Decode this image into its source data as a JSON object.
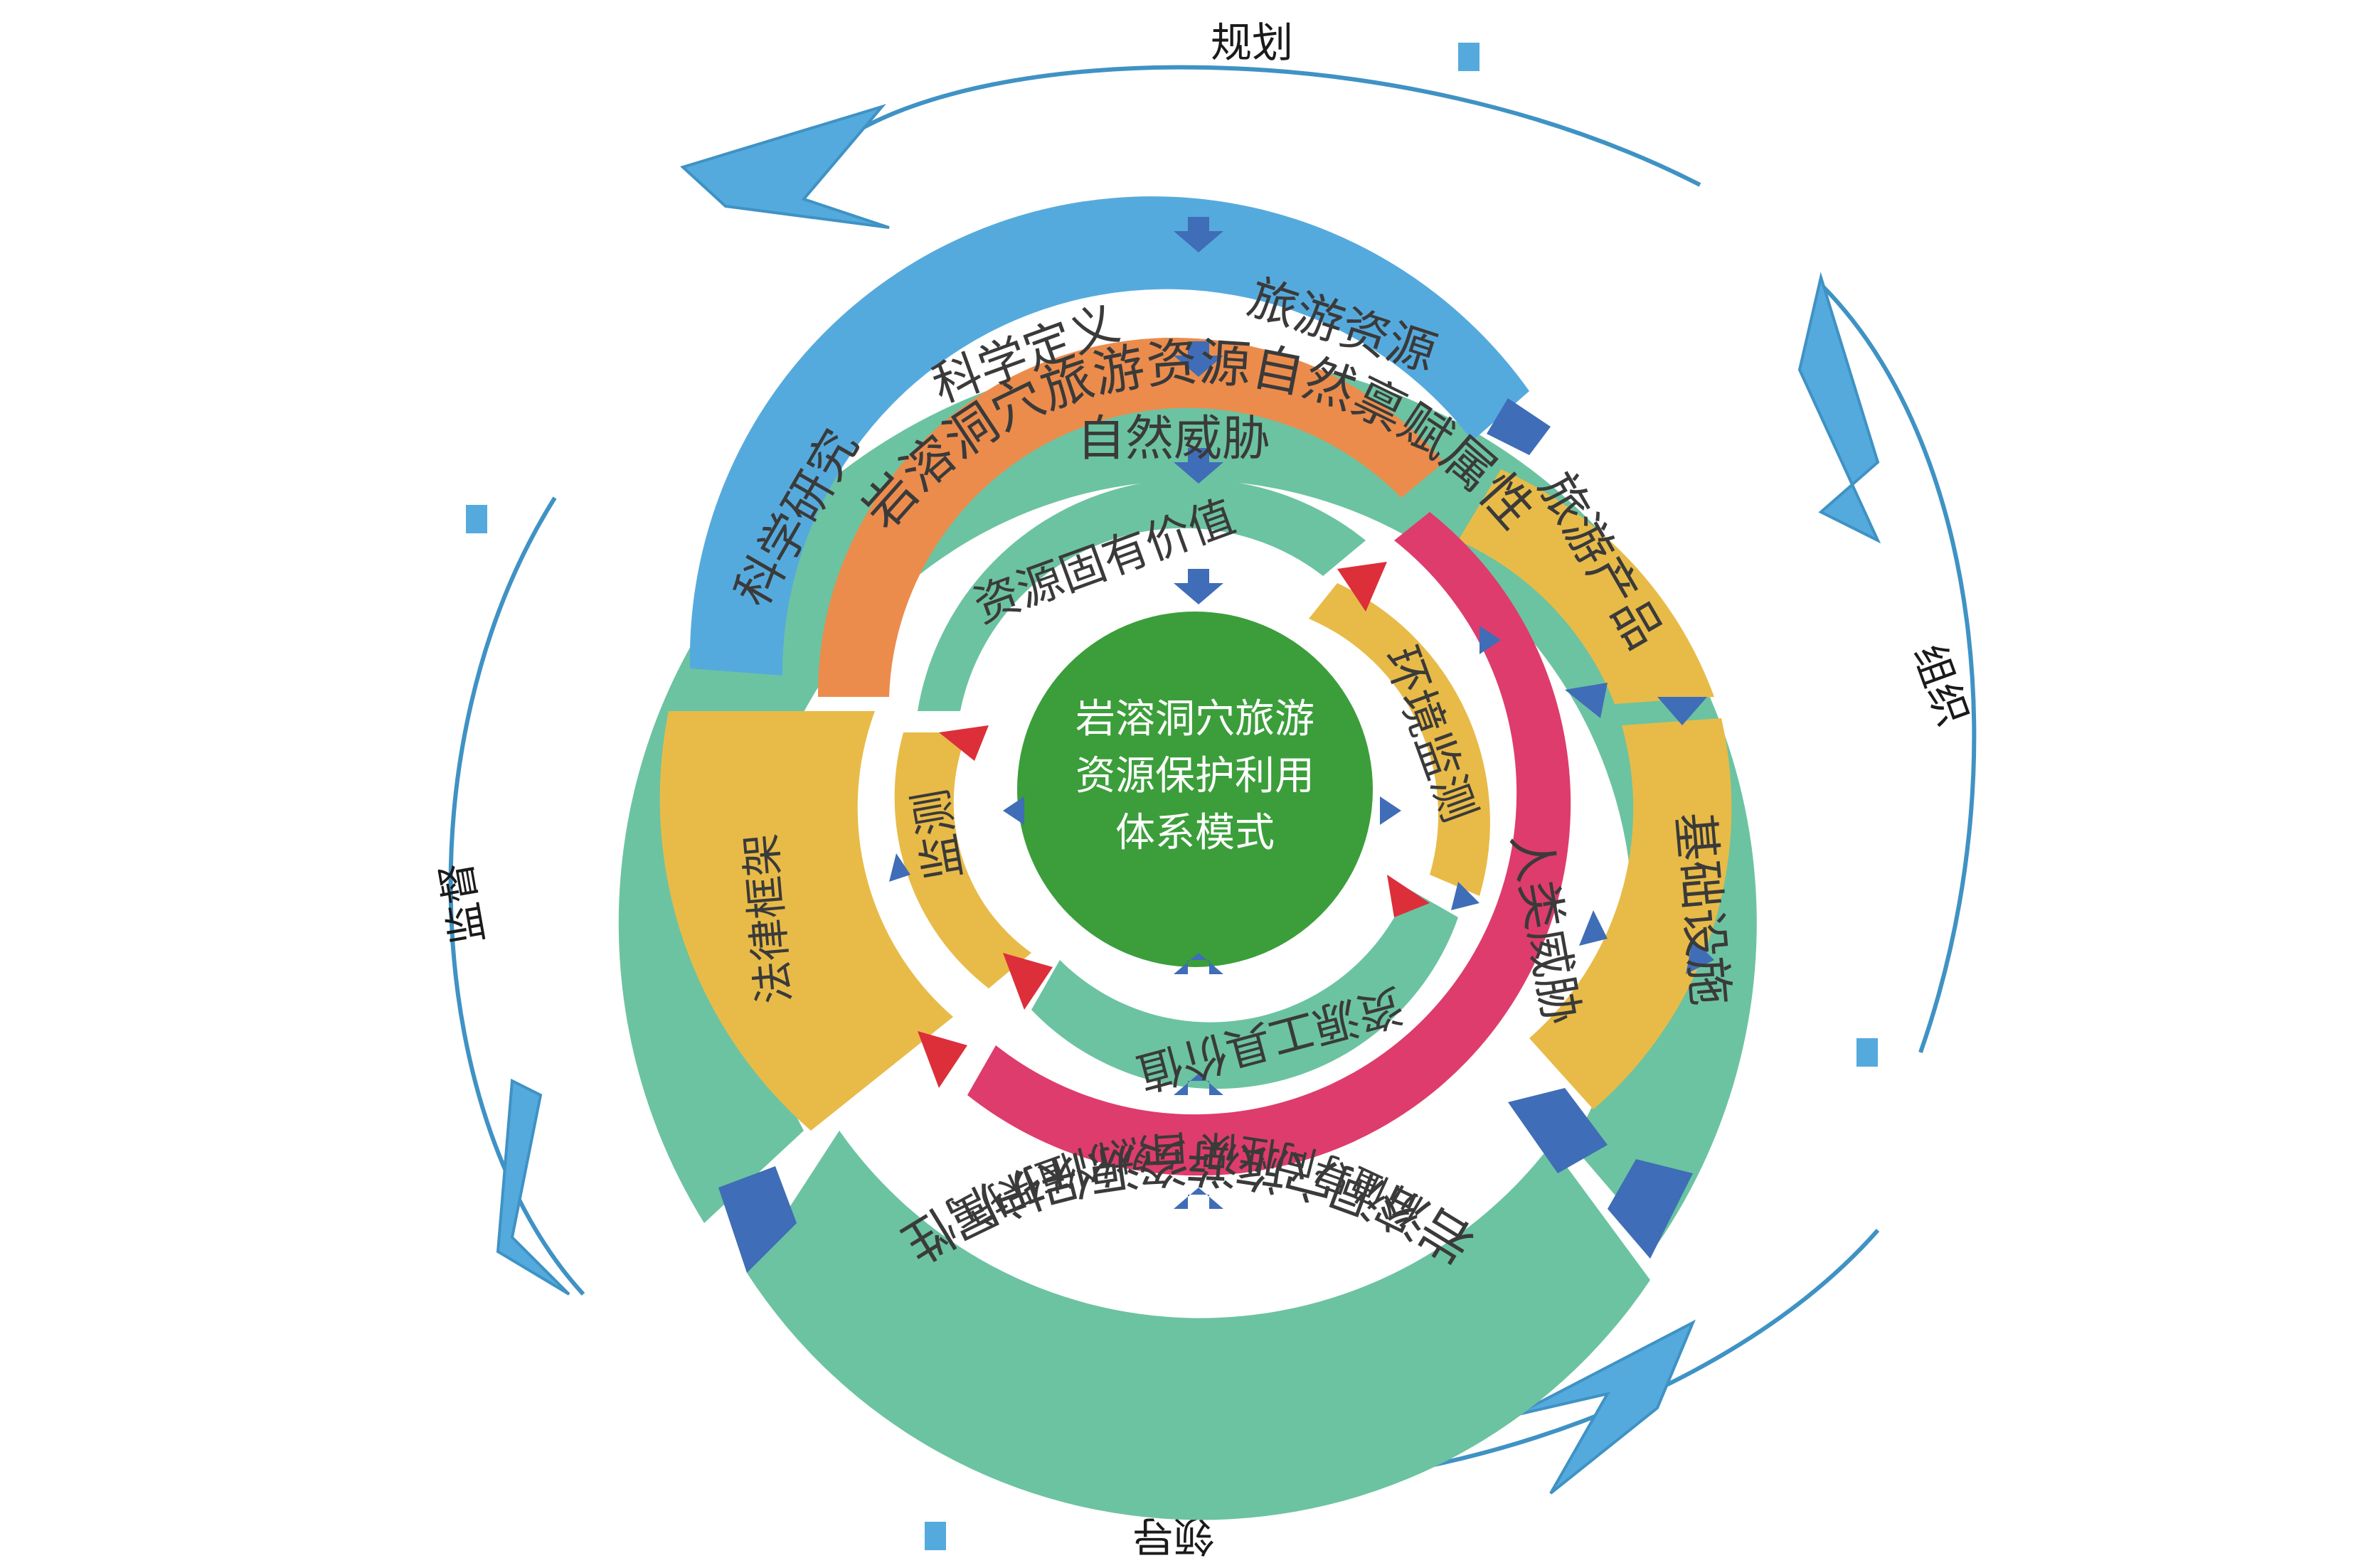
{
  "outer_actions": {
    "plan": "规划",
    "organize": "组织",
    "lead": "领导",
    "supervise": "监督"
  },
  "outer_ring": {
    "top": "岩溶洞穴旅游资源自然禀赋属性",
    "bottom_line1": "岩溶洞穴旅游资源保护属性",
    "bottom_line2": "价值导向性保 自然价值保护"
  },
  "blue_ring": {
    "left": "科学研究",
    "middle": "科学定义",
    "right": "旅游资源"
  },
  "right_yellow": {
    "upper": "旅游产品",
    "lower": "基础设施"
  },
  "left_yellow": {
    "label": "法律框架"
  },
  "orange_ring": {
    "label": "自然威胁"
  },
  "pink_ring": {
    "label": "人类威胁"
  },
  "inner_green": {
    "top": "资源固有价值",
    "bottom": "资源工具价值"
  },
  "inner_yellow": {
    "right": "环境监测",
    "left": "监测"
  },
  "center": {
    "line1": "岩溶洞穴旅游",
    "line2": "资源保护利用",
    "line3": "体系模式"
  },
  "colors": {
    "teal": "#6cc3a1",
    "blue": "#55aadd",
    "orange": "#eb8c4d",
    "pink": "#de3c6c",
    "yellow": "#e8bb48",
    "center": "#3b9e3a",
    "arrow_blue": "#3f6db7",
    "arrow_red": "#dc2f3a",
    "outline": "#3f92c4"
  }
}
